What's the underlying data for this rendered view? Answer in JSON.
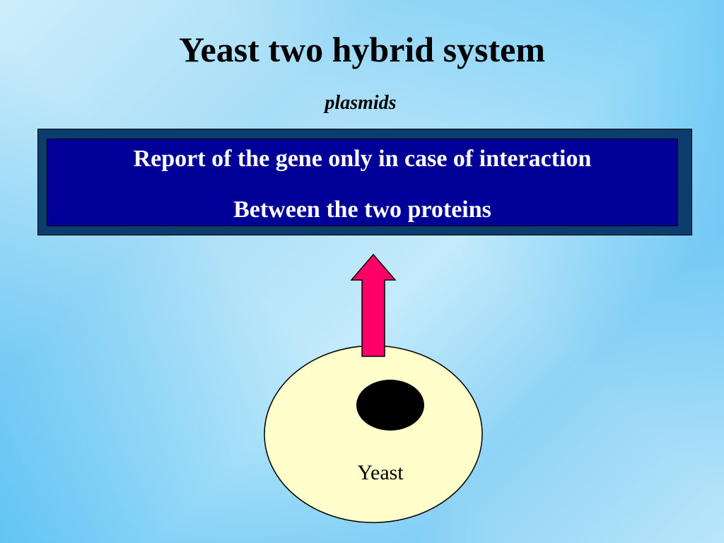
{
  "slide": {
    "title": "Yeast two hybrid system",
    "subtitle": "plasmids"
  },
  "report_box": {
    "line1": "Report of the gene only in case of interaction",
    "line2": "Between the two proteins"
  },
  "diagram": {
    "cell_label": "Yeast"
  },
  "colors": {
    "report_outer": "#0b3d6e",
    "report_inner": "#000099",
    "arrow_fill": "#ff0066",
    "cell_fill": "#ffffcc",
    "nucleus_fill": "#000000"
  }
}
